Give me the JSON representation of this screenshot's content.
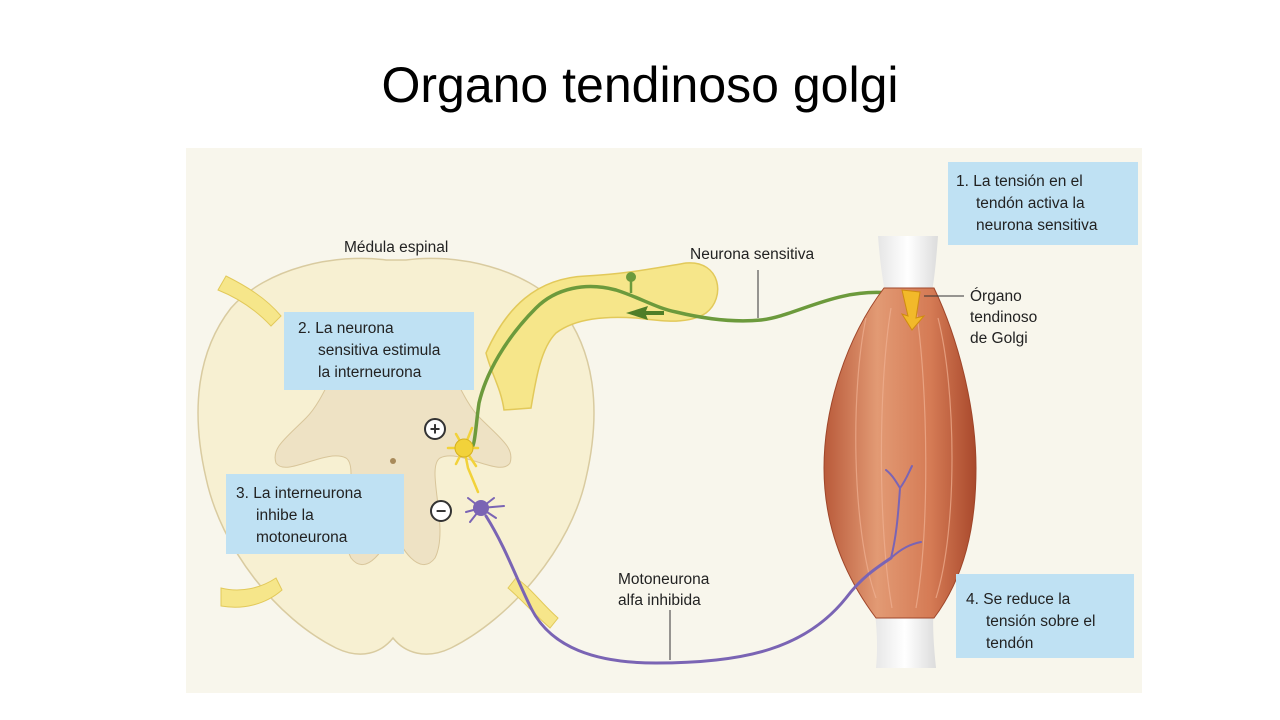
{
  "title": "Organo tendinoso golgi",
  "figure": {
    "labels": {
      "spinal_cord": "Médula espinal",
      "sensory_neuron": "Neurona sensitiva",
      "golgi_organ": [
        "Órgano",
        "tendinoso",
        "de Golgi"
      ],
      "motor_neuron": [
        "Motoneurona",
        "alfa inhibida"
      ]
    },
    "callouts": {
      "step1": [
        "1. La tensión en el",
        "tendón activa la",
        "neurona sensitiva"
      ],
      "step2": [
        "2. La neurona",
        "sensitiva estimula",
        "la interneurona"
      ],
      "step3": [
        "3. La interneurona",
        "inhibe la",
        "motoneurona"
      ],
      "step4": [
        "4. Se reduce la",
        "tensión sobre el",
        "tendón"
      ]
    },
    "symbols": {
      "plus": "+",
      "minus": "−"
    },
    "colors": {
      "background": "#f8f6ec",
      "spinal_cord": "#f7f0d2",
      "grey_matter": "#eee2c4",
      "root": "#f6e68a",
      "callout": "#bfe1f3",
      "sensory_neuron": "#6c9a3c",
      "interneuron": "#f2d23a",
      "motor_neuron": "#7a64b4",
      "muscle": "#d8825e"
    }
  }
}
